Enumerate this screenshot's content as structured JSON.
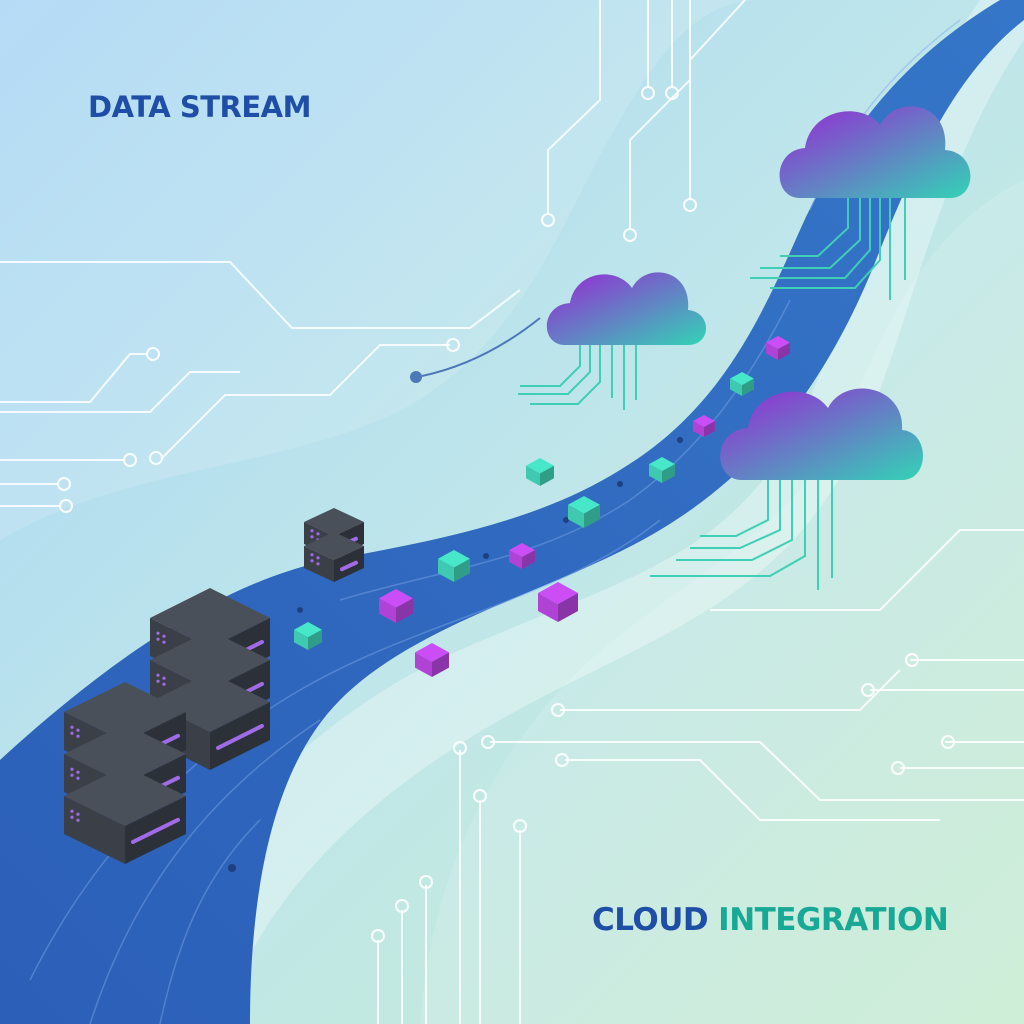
{
  "title_top": "DATA STREAM",
  "title_bottom": {
    "word1": "CLOUD",
    "word2": "INTEGRATION"
  },
  "colors": {
    "title_top": "#1f4ea6",
    "title_word1": "#1f4ea6",
    "title_word2": "#17a996",
    "stream": "#3069c0",
    "circuit": "#ffffff",
    "cloud_top": "#8a3fd0",
    "cloud_bottom": "#33d3b6",
    "server_body": "#3a3f48",
    "server_light": "#a16be8",
    "block_purple": "#b043d6",
    "block_teal": "#3ec9b0"
  },
  "icons": [
    "server-stack-icon",
    "cloud-icon",
    "data-block-icon",
    "circuit-trace-icon"
  ]
}
